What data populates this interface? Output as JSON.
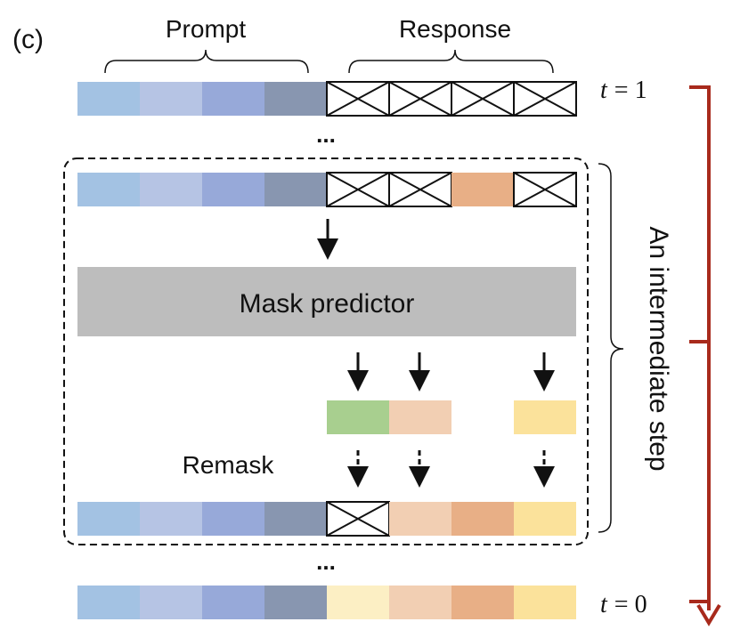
{
  "panel_label": "(c)",
  "prompt_label": "Prompt",
  "response_label": "Response",
  "dots": "...",
  "mask_predictor_label": "Mask predictor",
  "remask_label": "Remask",
  "intermediate_label": "An intermediate step",
  "t_top": {
    "var": "t",
    "eq": "= 1"
  },
  "t_bottom": {
    "var": "t",
    "eq": "= 0"
  },
  "colors": {
    "prompt_1": "#a3c2e3",
    "prompt_2": "#b6c4e4",
    "prompt_3": "#97a9d9",
    "prompt_4": "#8896b0",
    "orange": "#e8af86",
    "peach": "#f2cfb3",
    "green": "#a8cf8f",
    "yellow": "#fbe29b",
    "cream": "#fcefc4",
    "predictor": "#bdbdbd",
    "time_axis": "#a82a1c"
  }
}
